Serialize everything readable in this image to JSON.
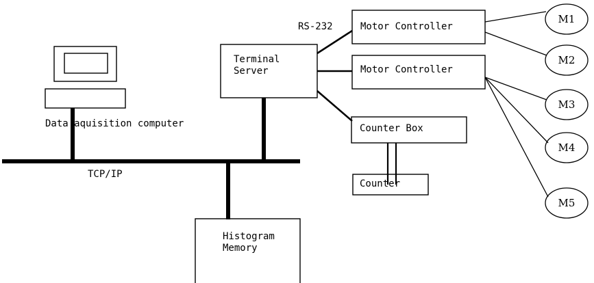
{
  "diagram": {
    "title": "Data acquisition system block diagram",
    "background_color": "#ffffff",
    "line_color": "#000000",
    "nodes": {
      "monitor": {
        "name": "monitor",
        "label": ""
      },
      "computer_base": {
        "name": "computer-base",
        "label": ""
      },
      "computer_caption": {
        "label": "Data aquisition computer"
      },
      "terminal_server": {
        "label_line1": "Terminal",
        "label_line2": "Server"
      },
      "motor_controller_1": {
        "label": "Motor Controller"
      },
      "motor_controller_2": {
        "label": "Motor Controller"
      },
      "counter_box": {
        "label": "Counter Box"
      },
      "counter": {
        "label": "Counter"
      },
      "histogram_memory": {
        "label_line1": "Histogram",
        "label_line2": "Memory"
      }
    },
    "motors": [
      {
        "label": "M1"
      },
      {
        "label": "M2"
      },
      {
        "label": "M3"
      },
      {
        "label": "M4"
      },
      {
        "label": "M5"
      }
    ],
    "link_labels": {
      "bus": "TCP/IP",
      "serial": "RS-232"
    }
  }
}
